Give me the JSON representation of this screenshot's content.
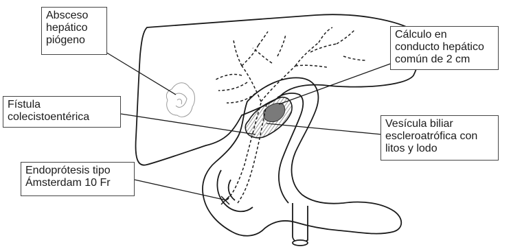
{
  "labels": {
    "abscess": [
      "Absceso",
      "hepático",
      "piógeno"
    ],
    "stone": [
      "Cálculo en",
      "conducto hepático",
      "común de 2 cm"
    ],
    "fistula": [
      "Fístula",
      "colecistoentérica"
    ],
    "gallbladder": [
      "Vesícula biliar",
      "escleroatrófica con",
      "litos y lodo"
    ],
    "stent": [
      "Endoprótesis tipo",
      "Ámsterdam 10 Fr"
    ]
  },
  "colors": {
    "ink": "#1a1a1a",
    "box_border": "#444444",
    "shading": "#7a7a7a"
  },
  "icons": {
    "liver": "liver-outline",
    "duodenum": "duodenum-outline",
    "stent": "stent-dashed"
  }
}
